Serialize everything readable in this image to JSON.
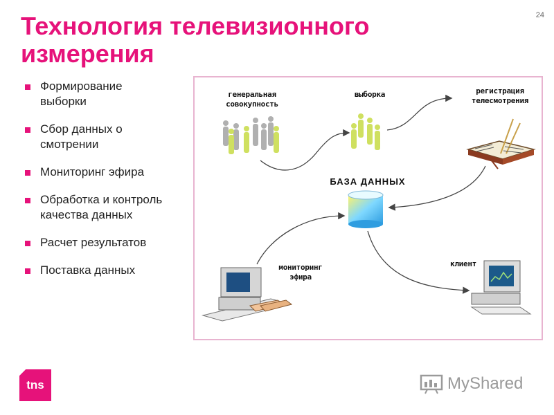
{
  "slide_number": "24",
  "title_line1": "Технология телевизионного",
  "title_line2": "измерения",
  "bullets": [
    "Формирование выборки",
    "Сбор данных о смотрении",
    "Мониторинг эфира",
    "Обработка и контроль качества данных",
    "Расчет результатов",
    "Поставка данных"
  ],
  "diagram": {
    "general_population": "генеральная совокупность",
    "sample": "выборка",
    "registration": "регистрация телесмотрения",
    "database": "БАЗА ДАННЫХ",
    "monitoring": "мониторинг эфира",
    "client": "клиент"
  },
  "logo": "tns",
  "watermark": "MyShared",
  "colors": {
    "accent": "#e6127a",
    "frame": "#e8b4d0"
  }
}
